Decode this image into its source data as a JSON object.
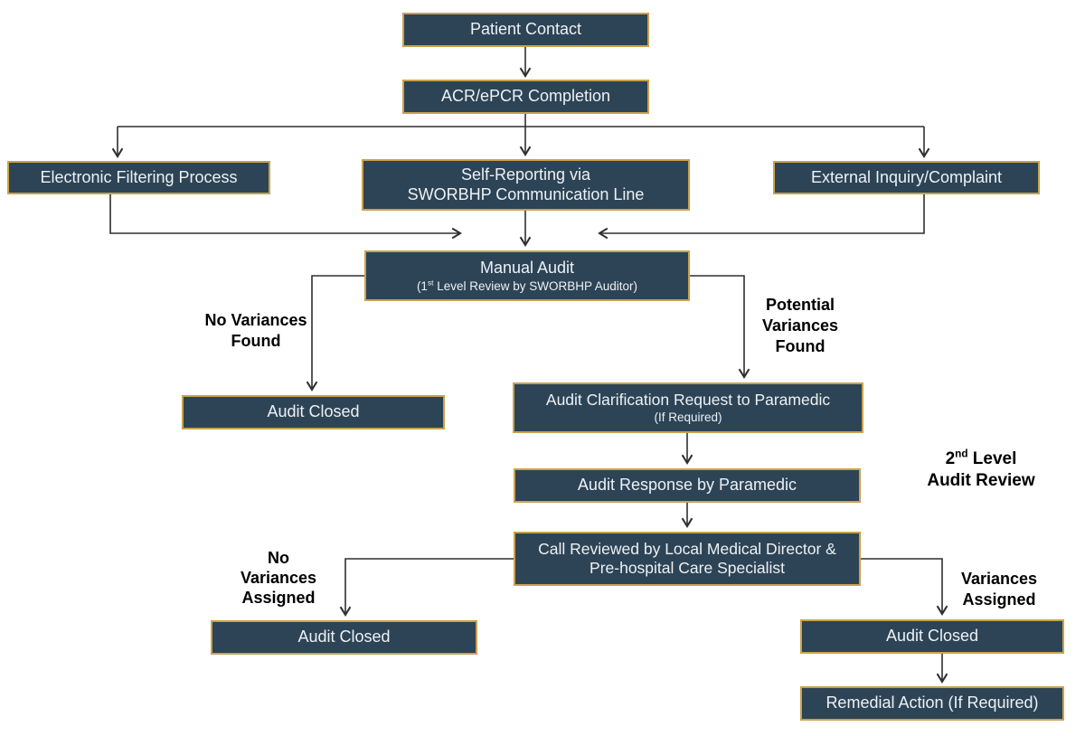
{
  "colors": {
    "box_fill": "#2D4456",
    "box_border": "#C9A24B",
    "box_text": "#EDF1F4",
    "connector_line": "#2F2F2F",
    "edge_label_text": "#000000",
    "background": "#FFFFFF"
  },
  "nodes": {
    "patient_contact": {
      "label": "Patient Contact"
    },
    "acr_epcr": {
      "label": "ACR/ePCR Completion"
    },
    "electronic_filtering": {
      "label": "Electronic Filtering Process"
    },
    "self_reporting": {
      "line1": "Self-Reporting via",
      "line2": "SWORBHP Communication Line"
    },
    "external_inquiry": {
      "label": "External Inquiry/Complaint"
    },
    "manual_audit": {
      "title": "Manual Audit",
      "subtitle_pre": "(1",
      "subtitle_sup": "st",
      "subtitle_post": " Level Review by SWORBHP Auditor)"
    },
    "audit_closed_first_level": {
      "label": "Audit Closed"
    },
    "audit_clarification": {
      "title": "Audit Clarification Request to Paramedic",
      "subtitle": "(If Required)"
    },
    "audit_response": {
      "label": "Audit Response by Paramedic"
    },
    "call_reviewed": {
      "line1": "Call Reviewed by Local Medical Director &",
      "line2": "Pre-hospital Care Specialist"
    },
    "audit_closed_no_variances": {
      "label": "Audit Closed"
    },
    "audit_closed_variances": {
      "label": "Audit Closed"
    },
    "remedial_action": {
      "label": "Remedial Action (If Required)"
    }
  },
  "edge_labels": {
    "no_variances_found": {
      "line1": "No Variances",
      "line2": "Found"
    },
    "potential_variances_found": {
      "line1": "Potential",
      "line2": "Variances",
      "line3": "Found"
    },
    "second_level_review": {
      "num": "2",
      "sup": "nd",
      "rest": " Level",
      "line2": "Audit Review"
    },
    "no_variances_assigned": {
      "line1": "No",
      "line2": "Variances",
      "line3": "Assigned"
    },
    "variances_assigned": {
      "line1": "Variances",
      "line2": "Assigned"
    }
  }
}
